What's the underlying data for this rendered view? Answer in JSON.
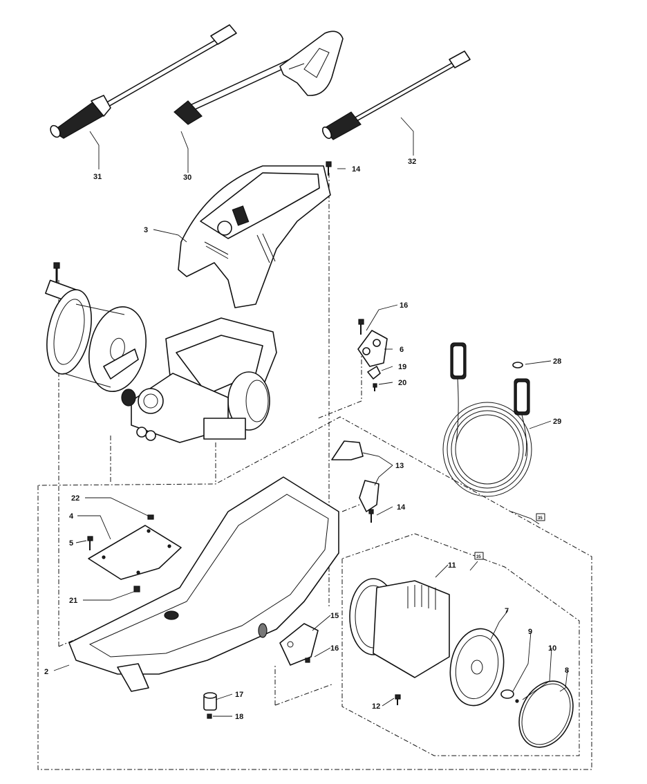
{
  "callouts": {
    "p31": "31",
    "p30": "30",
    "p32": "32",
    "p14a": "14",
    "p3": "3",
    "p16a": "16",
    "p6": "6",
    "p19": "19",
    "p20": "20",
    "p28": "28",
    "p29": "29",
    "p13": "13",
    "p14b": "14",
    "p22": "22",
    "p4": "4",
    "p5": "5",
    "p21": "21",
    "p11": "11",
    "p7": "7",
    "p9": "9",
    "p10": "10",
    "p8": "8",
    "p15": "15",
    "p16b": "16",
    "p2": "2",
    "p17": "17",
    "p18": "18",
    "p12": "12"
  },
  "assembly_labels": {
    "a1": "35",
    "a2": "35"
  }
}
